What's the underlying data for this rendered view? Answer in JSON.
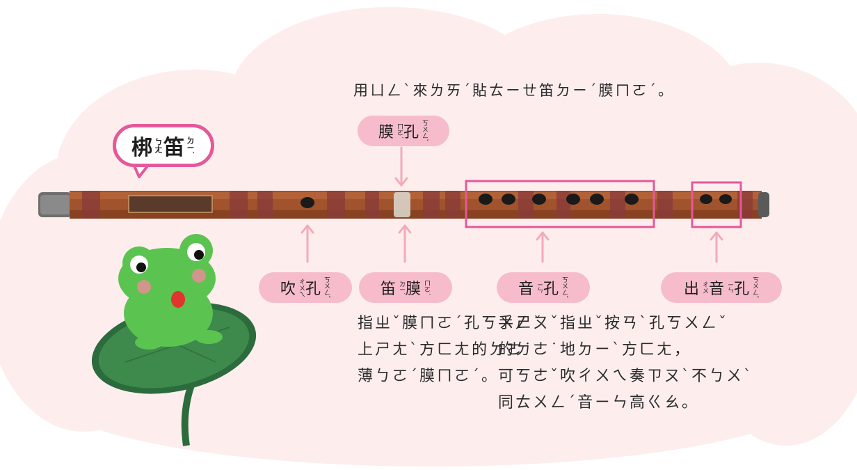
{
  "title": {
    "char1": "梆",
    "zy1": "ㄅㄤ",
    "char2": "笛",
    "zy2": "ㄉㄧˊ"
  },
  "top_note": "用ㄩㄥˋ來ㄌㄞˊ貼ㄊㄧㄝ笛ㄉㄧˊ膜ㄇㄛˊ。",
  "labels": {
    "membrane_hole": {
      "c1": "膜",
      "z1": "ㄇㄛˊ",
      "c2": "孔",
      "z2": "ㄎㄨㄥˇ"
    },
    "blow_hole": {
      "c1": "吹",
      "z1": "ㄔㄨㄟ",
      "c2": "孔",
      "z2": "ㄎㄨㄥˇ"
    },
    "flute_membrane": {
      "c1": "笛",
      "z1": "ㄉㄧˊ",
      "c2": "膜",
      "z2": "ㄇㄛˊ"
    },
    "tone_holes": {
      "c1": "音",
      "z1": "ㄧㄣ",
      "c2": "孔",
      "z2": "ㄎㄨㄥˇ"
    },
    "exit_holes": {
      "c0": "出",
      "z0": "ㄔㄨ",
      "c1": "音",
      "z1": "ㄧㄣ",
      "c2": "孔",
      "z2": "ㄎㄨㄥˇ"
    }
  },
  "membrane_desc": [
    "指ㄓˇ膜ㄇㄛˊ孔ㄎㄨㄥˇ",
    "上ㄕㄤˋ方ㄈㄤ的ㄉㄜ˙",
    "薄ㄅㄛˊ膜ㄇㄛˊ。"
  ],
  "tone_desc": [
    "手ㄕㄡˇ指ㄓˇ按ㄢˋ孔ㄎㄨㄥˇ",
    "的ㄉㄜ˙地ㄉㄧˋ方ㄈㄤ，",
    "可ㄎㄜˇ吹ㄔㄨㄟ奏ㄗㄡˋ不ㄅㄨˋ",
    "同ㄊㄨㄥˊ音ㄧㄣ高ㄍㄠ。"
  ],
  "colors": {
    "cloud": "#fdeeed",
    "pink": "#f6bccb",
    "magenta": "#e5589a",
    "bamboo": "#a0532c",
    "frog": "#5bc34f",
    "leaf": "#2c6b3c"
  }
}
